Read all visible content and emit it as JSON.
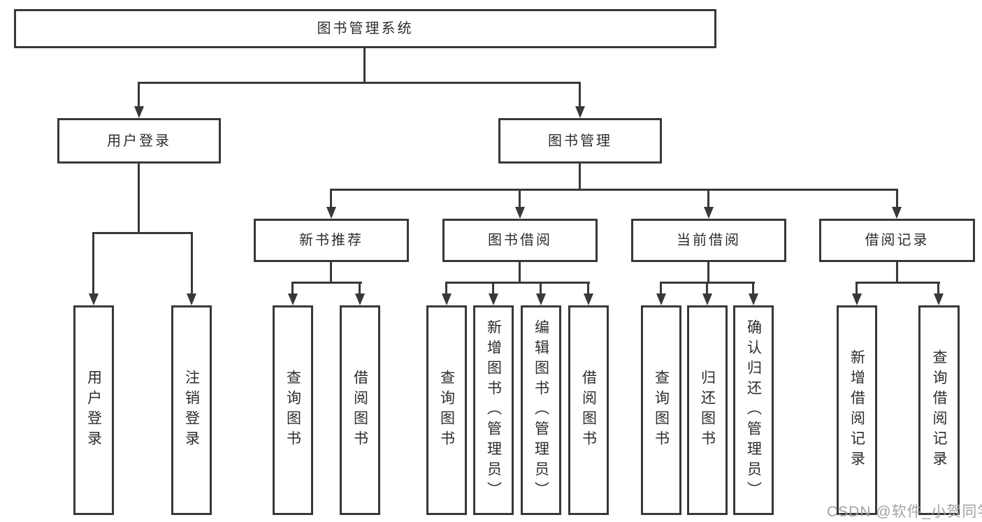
{
  "tree": {
    "root": {
      "label": "图书管理系统"
    },
    "level2": [
      {
        "label": "用户登录"
      },
      {
        "label": "图书管理"
      }
    ],
    "level3": [
      {
        "label": "新书推荐",
        "parent": "图书管理"
      },
      {
        "label": "图书借阅",
        "parent": "图书管理"
      },
      {
        "label": "当前借阅",
        "parent": "图书管理"
      },
      {
        "label": "借阅记录",
        "parent": "图书管理"
      }
    ],
    "leaves": [
      {
        "label": "用户登录",
        "parent": "用户登录"
      },
      {
        "label": "注销登录",
        "parent": "用户登录"
      },
      {
        "label": "查询图书",
        "parent": "新书推荐"
      },
      {
        "label": "借阅图书",
        "parent": "新书推荐"
      },
      {
        "label": "查询图书",
        "parent": "图书借阅"
      },
      {
        "label": "新增图书（管理员）",
        "parent": "图书借阅"
      },
      {
        "label": "编辑图书（管理员）",
        "parent": "图书借阅"
      },
      {
        "label": "借阅图书",
        "parent": "图书借阅"
      },
      {
        "label": "查询图书",
        "parent": "当前借阅"
      },
      {
        "label": "归还图书",
        "parent": "当前借阅"
      },
      {
        "label": "确认归还（管理员）",
        "parent": "当前借阅"
      },
      {
        "label": "新增借阅记录",
        "parent": "借阅记录"
      },
      {
        "label": "查询借阅记录",
        "parent": "借阅记录"
      }
    ]
  },
  "watermark": {
    "text": "CSDN @软件_小贺同学"
  },
  "colors": {
    "line": "#383838",
    "box_border": "#383838",
    "box_fill": "#ffffff",
    "text": "#2d2d2d",
    "watermark": "#a3a3a3"
  }
}
